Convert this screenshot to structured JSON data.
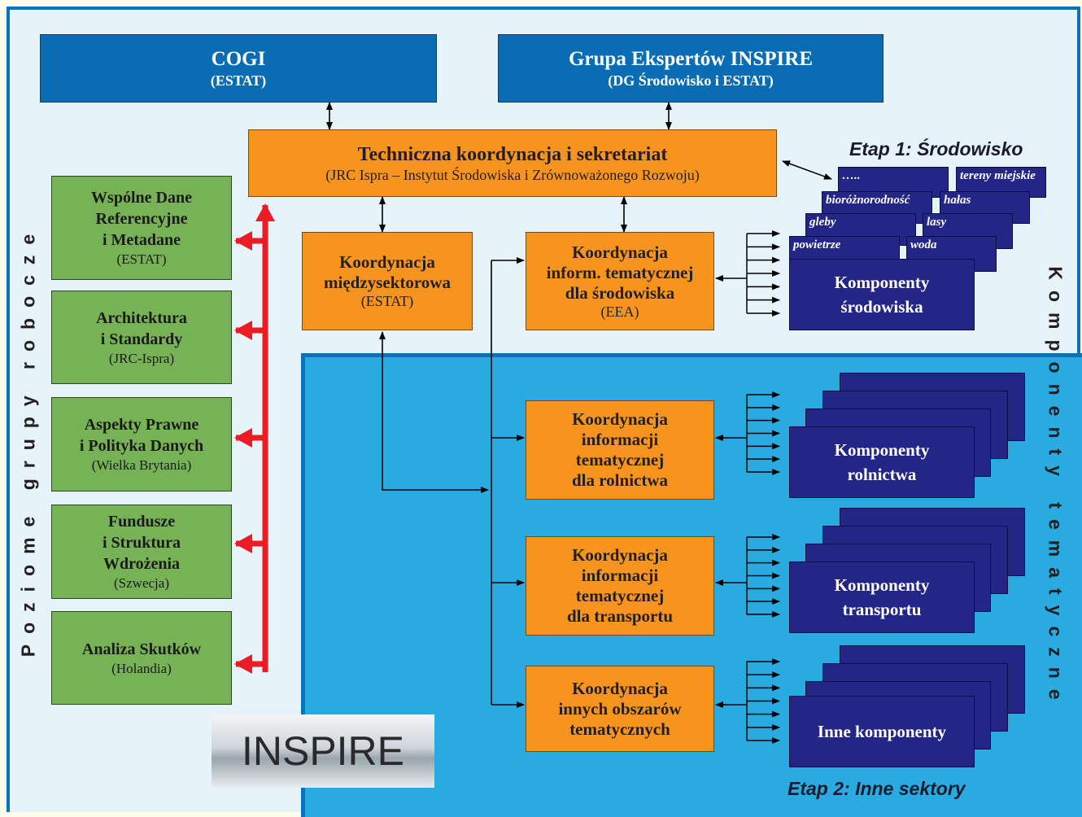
{
  "top": {
    "cogi": {
      "title": "COGI",
      "sub": "(ESTAT)"
    },
    "experts": {
      "title": "Grupa Ekspertów INSPIRE",
      "sub": "(DG Środowisko i ESTAT)"
    }
  },
  "coordination": {
    "title": "Techniczna koordynacja i sekretariat",
    "sub": "(JRC Ispra – Instytut Środowiska i Zrównoważonego Rozwoju)"
  },
  "intersector": {
    "l1": "Koordynacja",
    "l2": "międzysektorowa",
    "sub": "(ESTAT)"
  },
  "env_coord": {
    "l1": "Koordynacja",
    "l2": "inform. tematycznej",
    "l3": "dla środowiska",
    "sub": "(EEA)"
  },
  "working_groups": {
    "vertical_label": "Poziome grupy robocze",
    "items": [
      {
        "lines": [
          "Wspólne Dane",
          "Referencyjne",
          "i Metadane"
        ],
        "sub": "(ESTAT)"
      },
      {
        "lines": [
          "Architektura",
          "i Standardy"
        ],
        "sub": "(JRC-Ispra)"
      },
      {
        "lines": [
          "Aspekty Prawne",
          "i Polityka Danych"
        ],
        "sub": "(Wielka Brytania)"
      },
      {
        "lines": [
          "Fundusze",
          "i Struktura",
          "Wdrożenia"
        ],
        "sub": "(Szwecja)"
      },
      {
        "lines": [
          "Analiza Skutków"
        ],
        "sub": "(Holandia)"
      }
    ]
  },
  "stage1": {
    "title": "Etap 1: Środowisko",
    "layers": [
      "…..",
      "tereny miejskie",
      "bioróżnorodność",
      "hałas",
      "gleby",
      "lasy",
      "powietrze",
      "woda"
    ],
    "main": [
      "Komponenty",
      "środowiska"
    ]
  },
  "components_label": "Komponenty tematyczne",
  "sector_coords": [
    {
      "lines": [
        "Koordynacja",
        "informacji",
        "tematycznej",
        "dla rolnictwa"
      ]
    },
    {
      "lines": [
        "Koordynacja",
        "informacji",
        "tematycznej",
        "dla transportu"
      ]
    },
    {
      "lines": [
        "Koordynacja",
        "innych obszarów",
        "tematycznych"
      ]
    }
  ],
  "sector_components": [
    {
      "lines": [
        "Komponenty",
        "rolnictwa"
      ]
    },
    {
      "lines": [
        "Komponenty",
        "transportu"
      ]
    },
    {
      "lines": [
        "Inne komponenty"
      ]
    }
  ],
  "stage2": {
    "title": "Etap 2: Inne sektory"
  },
  "logo": "INSPIRE",
  "colors": {
    "blue": "#0a6db3",
    "orange": "#f7941d",
    "green": "#77b356",
    "navy": "#232686",
    "red": "#ed1c24",
    "cyan": "#29abe2"
  }
}
